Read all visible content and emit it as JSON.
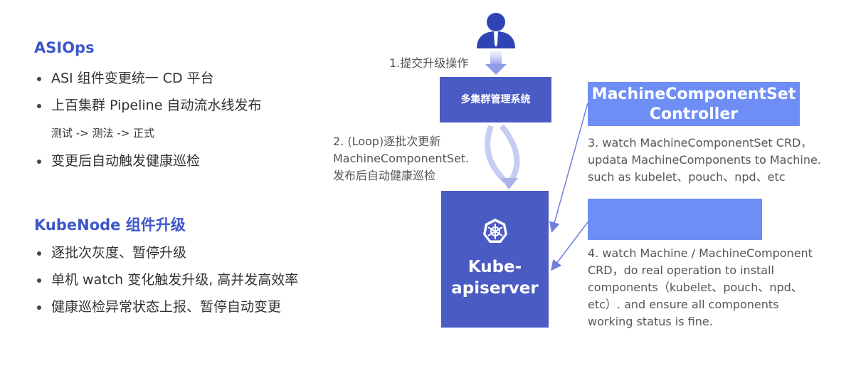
{
  "left": {
    "asiops": {
      "title": "ASIOps",
      "items": [
        "ASI 组件变更统一 CD 平台",
        "上百集群 Pipeline 自动流水线发布",
        "测试 -> 测法 -> 正式",
        "变更后自动触发健康巡检"
      ]
    },
    "kubenode": {
      "title": "KubeNode 组件升级",
      "items": [
        "逐批次灰度、暂停升级",
        "单机 watch 变化触发升级, 高并发高效率",
        "健康巡检异常状态上报、暂停自动变更"
      ]
    }
  },
  "diagram": {
    "step1": "1.提交升级操作",
    "multi_cluster_box": "多集群管理系统",
    "step2": [
      "2. (Loop)逐批次更新",
      "MachineComponentSet.",
      "发布后自动健康巡检"
    ],
    "apiserver_box": [
      "Kube-",
      "apiserver"
    ],
    "controller_box": [
      "MachineComponentSet",
      "Controller"
    ],
    "step3": [
      "3. watch MachineComponentSet CRD，",
      "updata MachineComponents to Machine.",
      "such as kubelet、pouch、npd、etc"
    ],
    "step4": [
      "4. watch Machine / MachineComponent",
      "CRD，do real operation to install",
      "components（kubelet、pouch、npd、",
      "etc）. and ensure all components",
      "working status is fine."
    ]
  },
  "colors": {
    "heading": "#3d57c9",
    "dark_box": "#4a5bc4",
    "light_box": "#6e8ef5",
    "arrow": "#6f7fe0"
  },
  "icons": [
    "user-icon",
    "kubernetes-icon"
  ]
}
